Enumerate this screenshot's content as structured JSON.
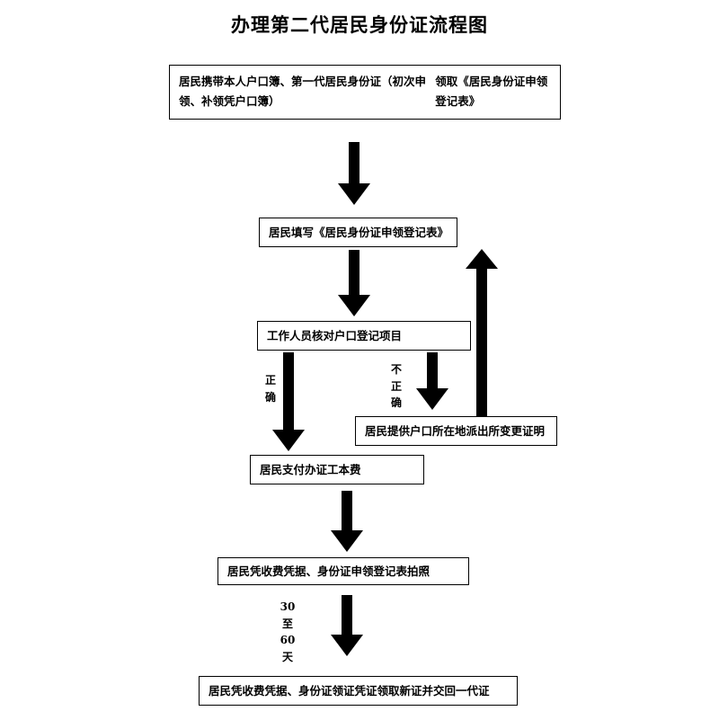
{
  "title": "办理第二代居民身份证流程图",
  "steps": [
    {
      "line1": "居民携带本人户口簿、第一代居民身份证（初次申领、补领凭户口簿）",
      "line2": "领取《居民身份证申领登记表》"
    },
    {
      "text": "居民填写《居民身份证申领登记表》"
    },
    {
      "text": "工作人员核对户口登记项目"
    },
    {
      "text": "居民提供户口所在地派出所变更证明"
    },
    {
      "text": "居民支付办证工本费"
    },
    {
      "text": "居民凭收费凭据、身份证申领登记表拍照"
    },
    {
      "text": "居民凭收费凭据、身份证领证凭证领取新证并交回一代证"
    }
  ],
  "labels": {
    "correct": [
      "正",
      "确"
    ],
    "incorrect": [
      "不",
      "正",
      "确"
    ],
    "duration": [
      "30",
      "至",
      "60",
      "天"
    ]
  }
}
